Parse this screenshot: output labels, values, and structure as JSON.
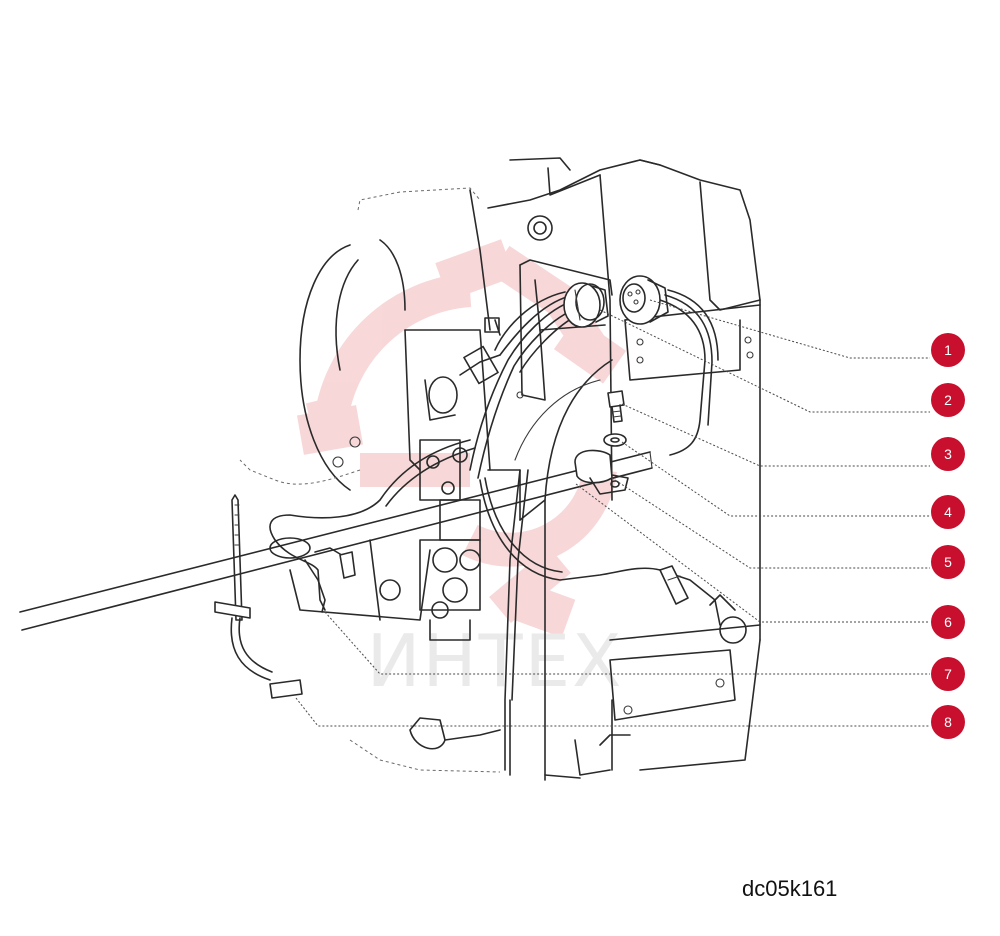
{
  "colors": {
    "callout_fill": "#c8102e",
    "watermark": "#f2b8b8",
    "line": "#2a2a2a"
  },
  "watermark": {
    "icon": "gear-logo-icon",
    "text": "ИНТЕХ"
  },
  "callouts": [
    {
      "number": "1"
    },
    {
      "number": "2"
    },
    {
      "number": "3"
    },
    {
      "number": "4"
    },
    {
      "number": "5"
    },
    {
      "number": "6"
    },
    {
      "number": "7"
    },
    {
      "number": "8"
    }
  ],
  "reference_code": "dc05k161"
}
